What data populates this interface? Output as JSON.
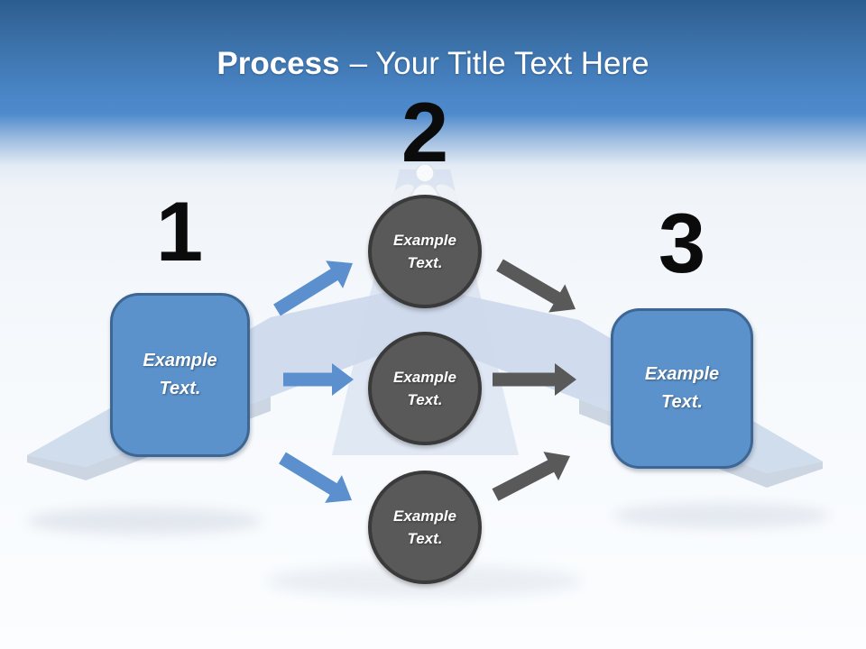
{
  "title": {
    "emphasis": "Process",
    "rest": "– Your Title Text Here"
  },
  "steps": {
    "one": {
      "number": "1",
      "box": {
        "line1": "Example",
        "line2": "Text."
      }
    },
    "two": {
      "number": "2",
      "circles": [
        {
          "line1": "Example",
          "line2": "Text."
        },
        {
          "line1": "Example",
          "line2": "Text."
        },
        {
          "line1": "Example",
          "line2": "Text."
        }
      ]
    },
    "three": {
      "number": "3",
      "box": {
        "line1": "Example",
        "line2": "Text."
      }
    }
  },
  "colors": {
    "header_top_blue": "#2d5d8f",
    "header_mid_blue": "#4a86c8",
    "box_fill": "#5b92cc",
    "box_border": "#3d6693",
    "circle_fill": "#595959",
    "circle_border": "#3a3a3a",
    "arrow_blue": "#5b8fce",
    "arrow_gray": "#595959",
    "number_color": "#0b0b0b",
    "bg_arrow_fill": "#c9d7ea"
  }
}
